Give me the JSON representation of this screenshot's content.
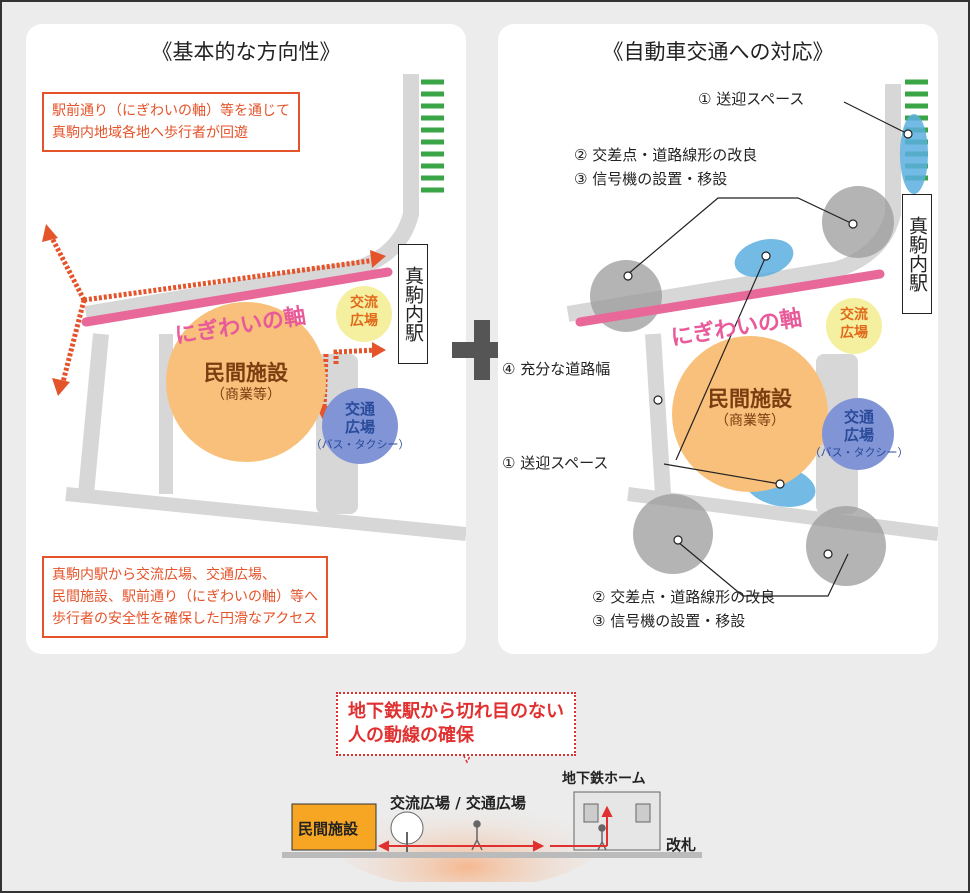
{
  "left_panel": {
    "title": "《基本的な方向性》",
    "callout_top": [
      "駅前通り（にぎわいの軸）等を通じて",
      "真駒内地域各地へ歩行者が回遊"
    ],
    "callout_bottom": [
      "真駒内駅から交流広場、交通広場、",
      "民間施設、駅前通り（にぎわいの軸）等へ",
      "歩行者の安全性を確保した円滑なアクセス"
    ],
    "axis_label": "にぎわいの軸",
    "station_label": "真駒内駅",
    "exchange_plaza": [
      "交流",
      "広場"
    ],
    "private_facility": "民間施設",
    "private_facility_sub": "（商業等）",
    "transport_plaza": [
      "交通",
      "広場"
    ],
    "transport_plaza_sub": "（バス・タクシー）"
  },
  "right_panel": {
    "title": "《自動車交通への対応》",
    "label_pickup_top": "① 送迎スペース",
    "label_intersection_top": "② 交差点・道路線形の改良",
    "label_signal_top": "③ 信号機の設置・移設",
    "label_road_width": "④ 充分な道路幅",
    "label_pickup_bottom": "① 送迎スペース",
    "label_intersection_bottom": "② 交差点・道路線形の改良",
    "label_signal_bottom": "③ 信号機の設置・移設",
    "axis_label": "にぎわいの軸",
    "station_label": "真駒内駅",
    "exchange_plaza": [
      "交流",
      "広場"
    ],
    "private_facility": "民間施設",
    "private_facility_sub": "（商業等）",
    "transport_plaza": [
      "交通",
      "広場"
    ],
    "transport_plaza_sub": "（バス・タクシー）"
  },
  "bottom": {
    "callout": [
      "地下鉄駅から切れ目のない",
      "人の動線の確保"
    ],
    "facility_label": "民間施設",
    "plaza_label": "交流広場 / 交通広場",
    "platform_label": "地下鉄ホーム",
    "gate_label": "改札"
  },
  "colors": {
    "orange_arrow": "#e5532a",
    "pink_axis": "#e8689a",
    "plaza_yellow": "#f5f0a0",
    "facility_orange": "#f8c07a",
    "transport_blue": "#8094d6",
    "pickup_blue": "#5aaee0",
    "intersection_gray": "#9b9b9b",
    "station_green": "#3aa546",
    "plus_gray": "#555555"
  }
}
